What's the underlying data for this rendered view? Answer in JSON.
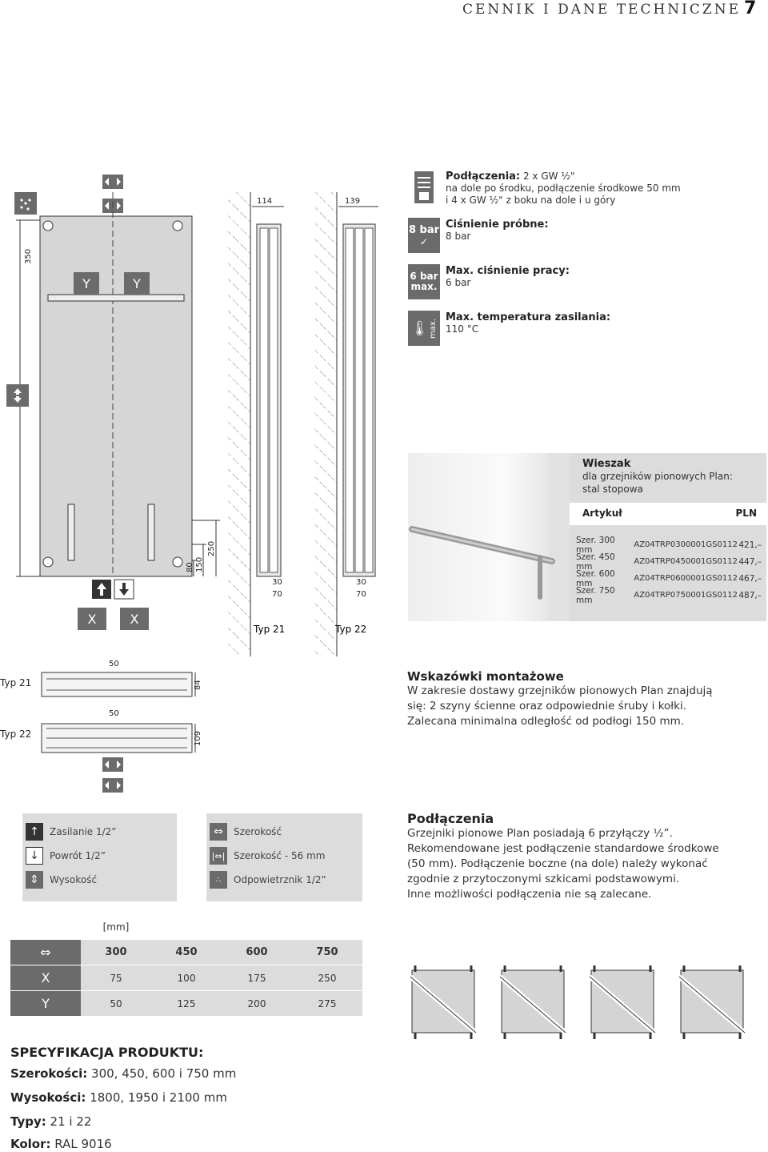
{
  "header": {
    "title": "CENNIK I DANE TECHNICZNE",
    "page_number": "7"
  },
  "drawing": {
    "height_dim": "350",
    "y_label": "Y",
    "x_label": "X",
    "bottom_dims": [
      "80",
      "150",
      "250"
    ],
    "side_views": [
      {
        "depth": "114",
        "dim_a": "30",
        "dim_b": "70",
        "type_label": "Typ 21"
      },
      {
        "depth": "139",
        "dim_a": "30",
        "dim_b": "70",
        "type_label": "Typ 22"
      }
    ],
    "top_views": [
      {
        "type_label": "Typ 21",
        "center_dim": "50",
        "depth_dim": "84"
      },
      {
        "type_label": "Typ 22",
        "center_dim": "50",
        "depth_dim": "109"
      }
    ]
  },
  "specs": [
    {
      "icon": "connection-icon",
      "title": "Podłączenia:",
      "inline": "2 x GW ½\"",
      "lines": [
        "na dole po środku, podłączenie środkowe 50 mm",
        "i 4 x GW ½\" z boku na dole i u góry"
      ]
    },
    {
      "icon": "test-pressure-icon",
      "badge": "8 bar",
      "title": "Ciśnienie próbne:",
      "lines": [
        "8 bar"
      ]
    },
    {
      "icon": "max-pressure-icon",
      "badge": "6 bar",
      "badge2": "max.",
      "title": "Max. ciśnienie pracy:",
      "lines": [
        "6 bar"
      ]
    },
    {
      "icon": "thermometer-icon",
      "badge": "max.",
      "title": "Max. temperatura zasilania:",
      "lines": [
        "110 °C"
      ]
    }
  ],
  "hanger": {
    "name": "Wieszak",
    "desc": [
      "dla grzejników pionowych Plan:",
      "stal stopowa"
    ],
    "col_article": "Artykuł",
    "col_price": "PLN",
    "rows": [
      {
        "size": "Szer. 300 mm",
        "code": "AZ04TRP0300001GS0112",
        "price": "421,–"
      },
      {
        "size": "Szer. 450 mm",
        "code": "AZ04TRP0450001GS0112",
        "price": "447,–"
      },
      {
        "size": "Szer. 600 mm",
        "code": "AZ04TRP0600001GS0112",
        "price": "467,–"
      },
      {
        "size": "Szer. 750 mm",
        "code": "AZ04TRP0750001GS0112",
        "price": "487,–"
      }
    ]
  },
  "montage": {
    "title": "Wskazówki montażowe",
    "lines": [
      "W zakresie dostawy grzejników pionowych Plan znajdują",
      "się: 2 szyny ścienne oraz odpowiednie śruby i kołki.",
      "Zalecana minimalna odległość od podłogi 150 mm."
    ]
  },
  "legend": {
    "left": [
      {
        "icon": "supply-arrow-icon",
        "label": "Zasilanie 1/2”"
      },
      {
        "icon": "return-arrow-icon",
        "label": "Powrót 1/2”"
      },
      {
        "icon": "height-icon",
        "label": "Wysokość"
      }
    ],
    "right": [
      {
        "icon": "width-icon",
        "label": "Szerokość"
      },
      {
        "icon": "width-56-icon",
        "label": "Szerokość - 56 mm"
      },
      {
        "icon": "vent-icon",
        "label": "Odpowietrznik 1/2”"
      }
    ]
  },
  "connections": {
    "title": "Podłączenia",
    "lines": [
      "Grzejniki pionowe Plan posiadają 6 przyłączy ½”.",
      "Rekomendowane jest podłączenie standardowe środkowe",
      "(50 mm). Podłączenie boczne (na dole) należy wykonać",
      "zgodnie z przytoczonymi szkicami podstawowymi.",
      "Inne możliwości podłączenia nie są zalecane."
    ]
  },
  "dim_table": {
    "unit": "[mm]",
    "rows": [
      {
        "label": "width-icon",
        "values": [
          "300",
          "450",
          "600",
          "750"
        ]
      },
      {
        "label": "X",
        "values": [
          "75",
          "100",
          "175",
          "250"
        ]
      },
      {
        "label": "Y",
        "values": [
          "50",
          "125",
          "200",
          "275"
        ]
      }
    ]
  },
  "product_spec": {
    "heading": "SPECYFIKACJA PRODUKTU:",
    "items": [
      {
        "key": "Szerokości:",
        "value": "300, 450, 600 i 750 mm"
      },
      {
        "key": "Wysokości:",
        "value": "1800, 1950 i 2100 mm"
      },
      {
        "key": "Typy:",
        "value": "21 i 22"
      },
      {
        "key": "Kolor:",
        "value": "RAL 9016"
      }
    ]
  }
}
